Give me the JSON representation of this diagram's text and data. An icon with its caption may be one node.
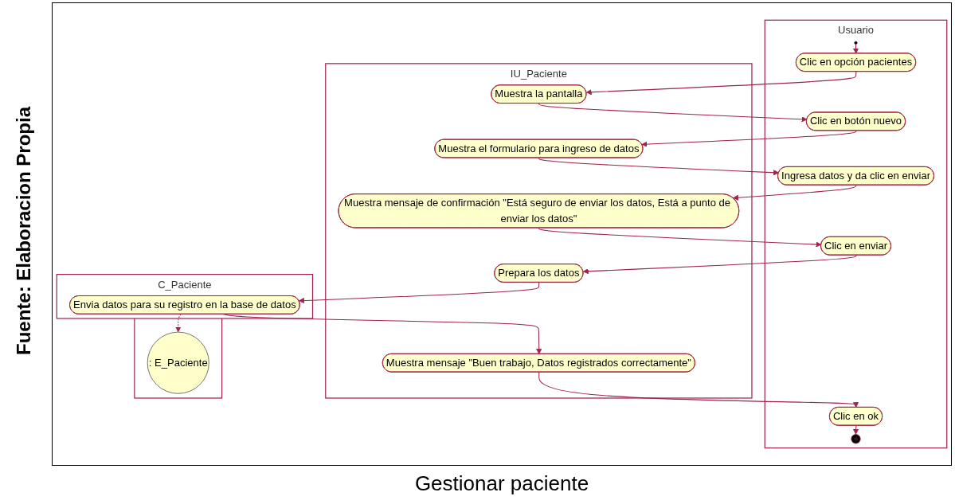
{
  "diagram": {
    "caption": "Gestionar paciente",
    "nodes": [
      {
        "text": [
          "Usuario"
        ]
      },
      {
        "text": [
          "IU_Paciente"
        ]
      },
      {
        "text": [
          "C_Paciente"
        ]
      },
      {
        "text": [],
        "shape": "band"
      },
      {
        "text": [],
        "shape": "circle",
        "in": 0
      },
      {
        "text": [
          "Clic en opción pacientes"
        ],
        "in": 0
      },
      {
        "text": [
          "Muestra la pantalla"
        ],
        "in": 1
      },
      {
        "text": [
          "Clic en botón nuevo"
        ],
        "in": 0
      },
      {
        "text": [
          "Muestra el formulario para ingreso de datos"
        ],
        "in": 1
      },
      {
        "text": [
          "Ingresa datos y da clic en enviar"
        ],
        "in": 0
      },
      {
        "text": [
          "Muestra mensaje de confirmación \"Está seguro de enviar los datos, Está a punto de enviar los datos\""
        ],
        "in": 1
      },
      {
        "text": [
          "Clic en enviar"
        ],
        "in": 0
      },
      {
        "text": [
          "Prepara los datos"
        ],
        "in": 1
      },
      {
        "text": [
          "Envia datos para su registro en la base de datos"
        ],
        "in": 2
      },
      {
        "text": [
          ": E_Paciente"
        ],
        "in": 3
      },
      {
        "text": [
          "Muestra mensaje \"Buen trabajo, Datos registrados correctamente\""
        ],
        "in": 1
      },
      {
        "text": [
          "Clic en ok"
        ],
        "in": 0
      },
      {
        "text": [],
        "shape": "circle",
        "in": 0
      }
    ],
    "edges": [
      {
        "from": 4,
        "to": 5,
        "arrow": "to"
      },
      {
        "from": 5,
        "to": 6,
        "arrow": "to"
      },
      {
        "from": 6,
        "to": 7,
        "arrow": "to"
      },
      {
        "from": 7,
        "to": 8,
        "arrow": "to"
      },
      {
        "from": 8,
        "to": 9,
        "arrow": "to"
      },
      {
        "from": 9,
        "to": 10,
        "arrow": "to"
      },
      {
        "from": 10,
        "to": 11,
        "arrow": "to"
      },
      {
        "from": 11,
        "to": 12,
        "arrow": "to"
      },
      {
        "from": 12,
        "to": 13,
        "arrow": "to"
      },
      {
        "from": 13,
        "to": 14,
        "arrow": "to",
        "style": "dashed"
      },
      {
        "from": 13,
        "to": 15,
        "arrow": "to"
      },
      {
        "from": 15,
        "to": 16,
        "arrow": "to"
      },
      {
        "from": 16,
        "to": 17,
        "arrow": "to"
      }
    ],
    "labels": [
      "Fuente: Elaboracion Propia"
    ]
  }
}
